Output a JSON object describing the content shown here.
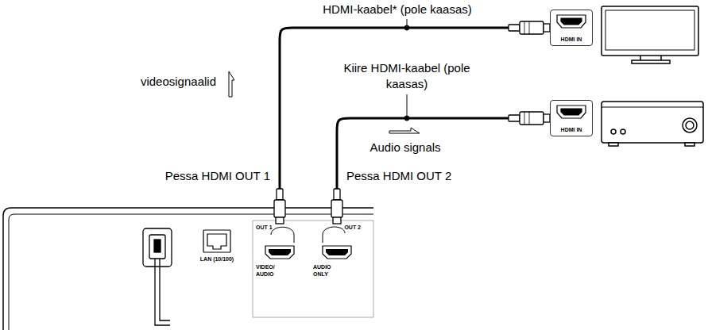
{
  "diagram": {
    "nodes": [
      {
        "text": [
          "HDMI IN"
        ]
      },
      {
        "text": [
          "HDMI IN"
        ]
      },
      {
        "text": [
          "OUT 1",
          "VIDEO/ AUDIO"
        ]
      },
      {
        "text": [
          "OUT 2",
          "AUDIO ONLY"
        ]
      }
    ],
    "edges": [
      {
        "from": 2,
        "to": 0,
        "arrow": "none",
        "label": "HDMI-kaabel* (pole kaasas)"
      },
      {
        "from": 3,
        "to": 1,
        "arrow": "none",
        "label": "Kiire HDMI-kaabel (pole kaasas)"
      }
    ],
    "labels": [
      "videosignaalid",
      "Audio signals",
      "Pessa HDMI OUT 1",
      "Pessa HDMI OUT 2",
      "LAN (10/100)"
    ]
  }
}
